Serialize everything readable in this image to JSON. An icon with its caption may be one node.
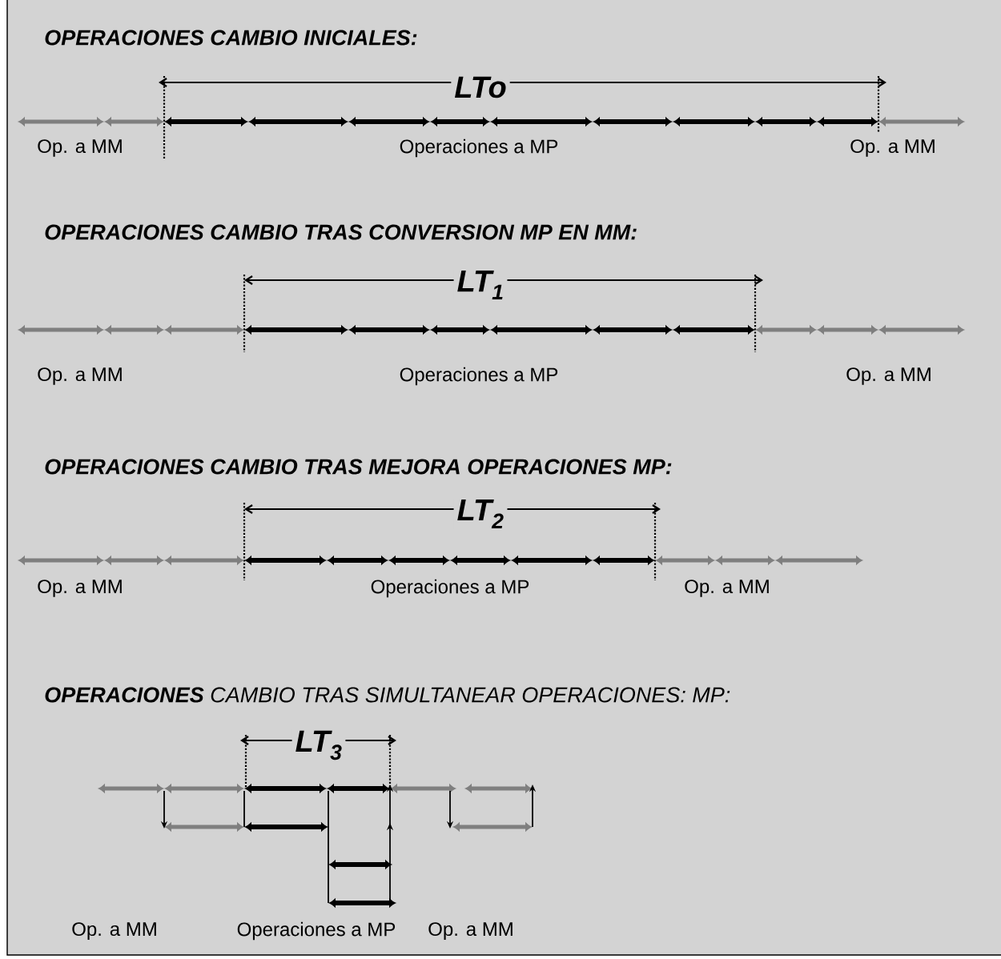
{
  "diagram": {
    "labels": [
      "OPERACIONES CAMBIO INICIALES:",
      "LTo",
      "Op. a MM",
      "Operaciones a MP",
      "Op. a MM",
      "OPERACIONES CAMBIO TRAS CONVERSION MP EN MM:",
      "LT$_{1}$",
      "Op. a MM",
      "Operaciones a MP",
      "Op. a MM",
      "OPERACIONES CAMBIO TRAS MEJORA OPERACIONES MP:",
      "LT$_{2}$",
      "Op. a MM",
      "Operaciones a MP",
      "Op. a MM",
      "**OPERACIONES** CAMBIO TRAS SIMULTANEAR OPERACIONES: MP:",
      "LT$_{3}$",
      "Op. a MM",
      "Operaciones a MP",
      "Op. a MM"
    ]
  }
}
